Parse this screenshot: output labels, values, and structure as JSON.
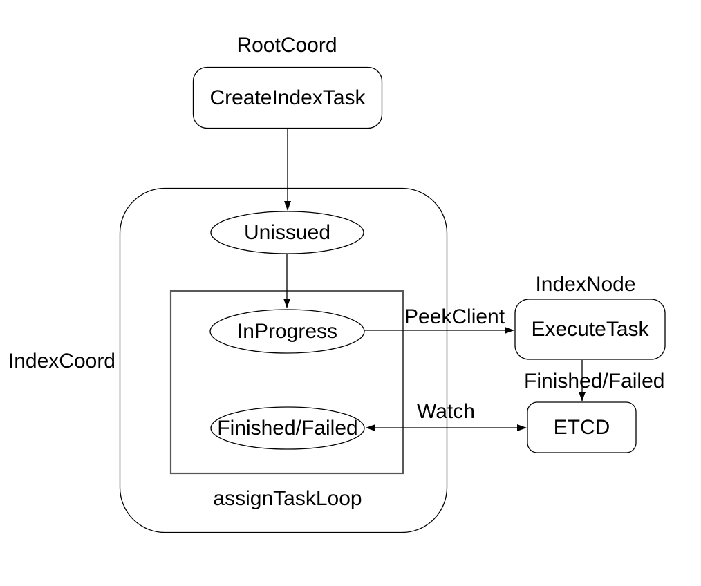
{
  "diagram": {
    "background": "#ffffff",
    "stroke_color": "#000000",
    "inner_rect_stroke": "#595959",
    "text_color": "#000000",
    "groups": {
      "root_coord": "RootCoord",
      "index_node": "IndexNode",
      "index_coord": "IndexCoord",
      "assign_task_loop": "assignTaskLoop"
    },
    "nodes": {
      "create_index_task": "CreateIndexTask",
      "unissued": "Unissued",
      "in_progress": "InProgress",
      "finished_failed": "Finished/Failed",
      "execute_task": "ExecuteTask",
      "etcd": "ETCD"
    },
    "edges": {
      "peek_client": "PeekClient",
      "finished_failed": "Finished/Failed",
      "watch": "Watch"
    }
  }
}
